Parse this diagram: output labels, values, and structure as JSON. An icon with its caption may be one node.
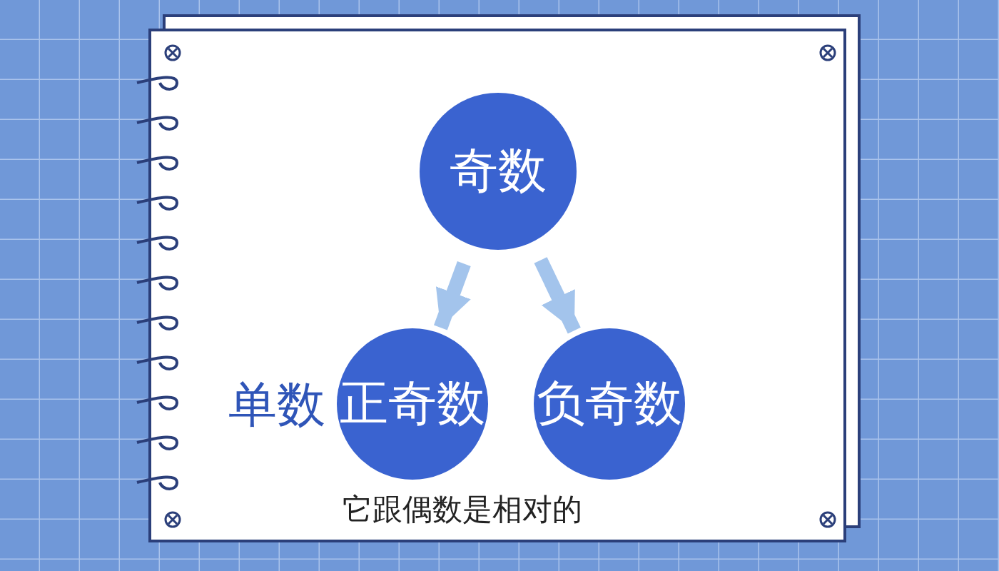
{
  "diagram": {
    "nodes": [
      {
        "text": [
          "奇数"
        ]
      },
      {
        "text": [
          "正奇数"
        ],
        "beside": [
          "单数"
        ]
      },
      {
        "text": [
          "负奇数"
        ]
      }
    ],
    "edges": [
      {
        "from": 0,
        "to": 1,
        "arrow": "to"
      },
      {
        "from": 0,
        "to": 2,
        "arrow": "to"
      }
    ],
    "labels": [
      "它跟偶数是相对的"
    ]
  }
}
